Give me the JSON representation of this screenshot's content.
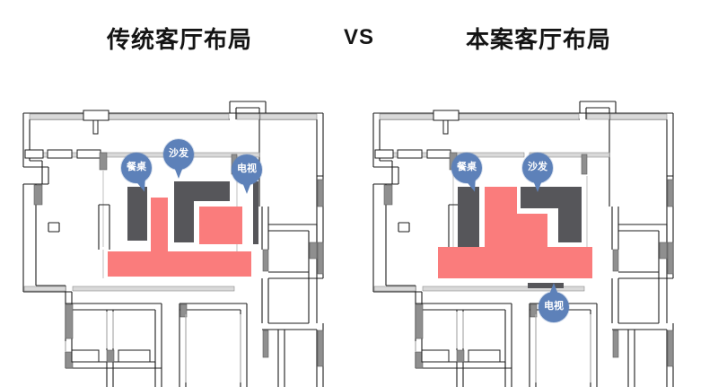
{
  "heading": {
    "left_title": "传统客厅布局",
    "vs": "VS",
    "right_title": "本案客厅布局"
  },
  "colors": {
    "bubble_blue": "#5d81b9",
    "furniture_dark": "#56565a",
    "furniture_pink": "#fa7c7c",
    "wall_stroke": "#1d1d1d",
    "wall_fill_light": "#d9d9d9",
    "wall_fill_mid": "#9a9a9a",
    "background": "#ffffff",
    "text_dark": "#141414"
  },
  "left_plan": {
    "name": "传统客厅布局",
    "labels": [
      {
        "id": "dining-table",
        "text": "餐桌"
      },
      {
        "id": "sofa",
        "text": "沙发"
      },
      {
        "id": "tv",
        "text": "电视"
      }
    ],
    "furniture": [
      {
        "id": "dining-table",
        "kind": "dark",
        "shape": "rect"
      },
      {
        "id": "dining-chair",
        "kind": "pink",
        "shape": "rect"
      },
      {
        "id": "sofa",
        "kind": "dark",
        "shape": "L"
      },
      {
        "id": "coffee-table",
        "kind": "pink",
        "shape": "rect"
      },
      {
        "id": "tv-cabinet",
        "kind": "dark",
        "shape": "bar"
      },
      {
        "id": "rug",
        "kind": "pink",
        "shape": "long-bar"
      }
    ]
  },
  "right_plan": {
    "name": "本案客厅布局",
    "labels": [
      {
        "id": "dining-table",
        "text": "餐桌"
      },
      {
        "id": "sofa",
        "text": "沙发"
      },
      {
        "id": "tv",
        "text": "电视"
      }
    ],
    "furniture": [
      {
        "id": "dining-table",
        "kind": "dark",
        "shape": "rect"
      },
      {
        "id": "sofa",
        "kind": "dark",
        "shape": "L"
      },
      {
        "id": "living-zone",
        "kind": "pink",
        "shape": "T-polygon"
      },
      {
        "id": "tv-cabinet",
        "kind": "dark",
        "shape": "bar"
      }
    ]
  }
}
